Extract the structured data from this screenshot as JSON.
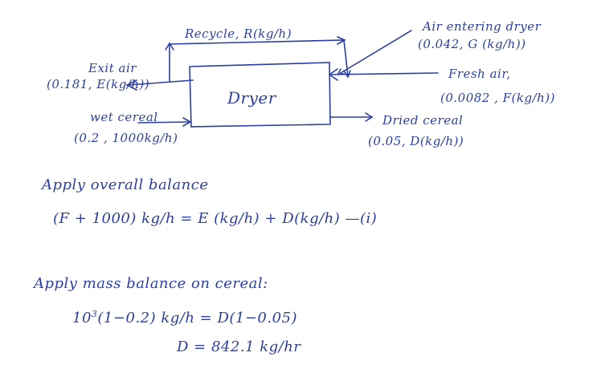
{
  "diagram": {
    "unit_label": "Dryer",
    "streams": {
      "recycle": {
        "label": "Recycle, R(kg/h)"
      },
      "air_entering": {
        "label": "Air entering dryer",
        "spec": "(0.042, G (kg/h))"
      },
      "exit_air": {
        "label": "Exit air",
        "spec": "(0.181, E(kg/h))"
      },
      "fresh_air": {
        "label": "Fresh air,",
        "spec": "(0.0082 , F(kg/h))"
      },
      "wet_cereal": {
        "label": "wet cereal",
        "spec": "(0.2 , 1000kg/h)"
      },
      "dried_cereal": {
        "label": "Dried cereal",
        "spec": "(0.05, D(kg/h))"
      }
    }
  },
  "notes": {
    "overall_heading": "Apply overall balance",
    "overall_equation": "(F + 1000) kg/h = E (kg/h) + D(kg/h) —(i)",
    "mass_heading": "Apply mass balance on cereal:",
    "mass_equation_base": "10",
    "mass_equation_exp": "3",
    "mass_equation_rest": "(1−0.2) kg/h  = D(1−0.05)",
    "result": "D = 842.1 kg/hr"
  },
  "colors": {
    "ink": "#2b3f9e",
    "paper": "#ffffff"
  }
}
